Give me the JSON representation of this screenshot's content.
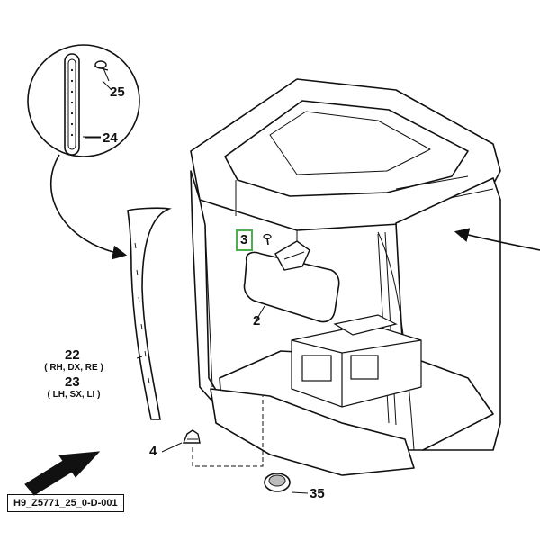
{
  "callouts": {
    "c25": "25",
    "c24": "24",
    "c3": "3",
    "c2": "2",
    "c22": "22",
    "c22_sub": "( RH, DX, RE )",
    "c23": "23",
    "c23_sub": "( LH, SX, LI )",
    "c4": "4",
    "c35": "35"
  },
  "reference_code": "H9_Z5771_25_0-D-001",
  "colors": {
    "line": "#111111",
    "highlight": "#4caf50",
    "fill": "#ffffff",
    "grey": "#bdbdbd"
  }
}
